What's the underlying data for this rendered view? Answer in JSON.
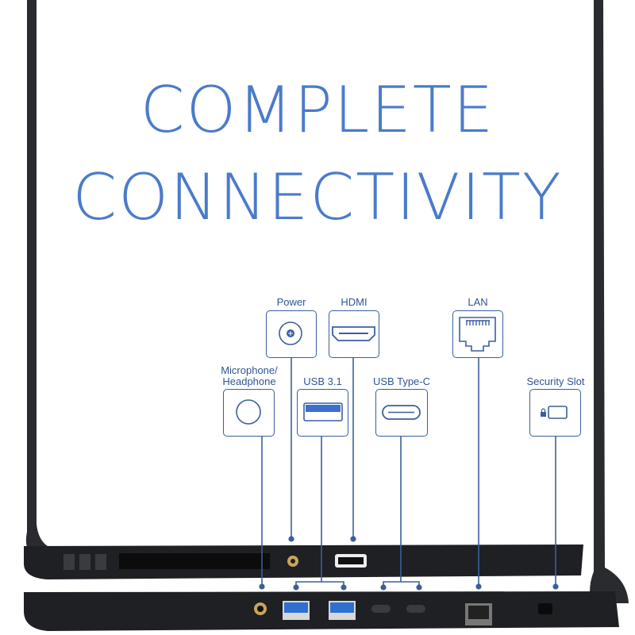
{
  "headline": {
    "line1": "COMPLETE",
    "line2": "CONNECTIVITY"
  },
  "ports": {
    "power": "Power",
    "hdmi": "HDMI",
    "lan": "LAN",
    "mic_line1": "Microphone/",
    "mic_line2": "Headphone",
    "usb31": "USB 3.1",
    "usbc": "USB Type-C",
    "security": "Security Slot"
  },
  "colors": {
    "title": "#4a7bcb",
    "diagram": "#3b5f9e",
    "laptop": "#1e1f22"
  }
}
